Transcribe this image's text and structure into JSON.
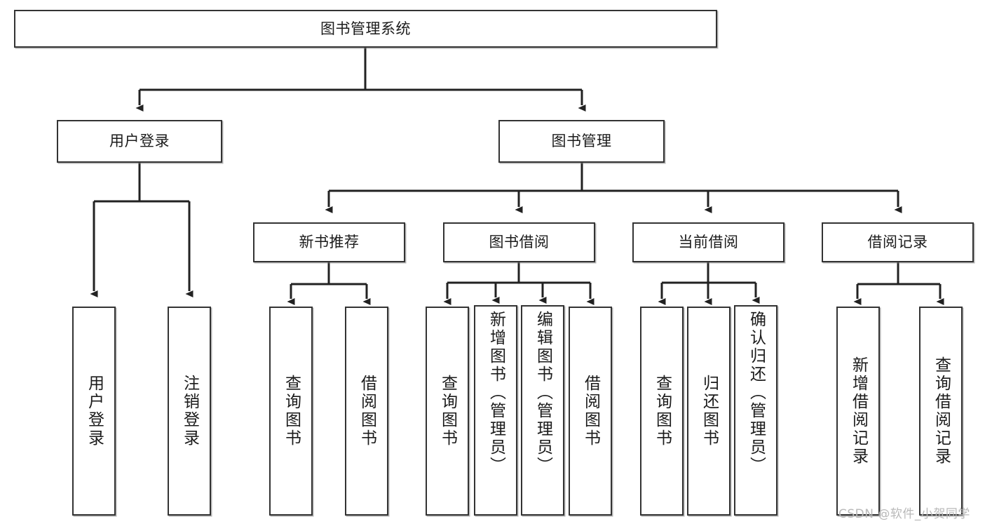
{
  "diagram": {
    "title": "图书管理系统",
    "type": "tree-hierarchy-diagram",
    "watermark": "CSDN @软件_小贺同学",
    "colors": {
      "box_border": "#333333",
      "box_fill": "#ffffff",
      "connector": "#222222",
      "text": "#1b1b1b",
      "watermark": "#b9b9b9",
      "background": "#ffffff"
    },
    "root": {
      "id": "root",
      "label": "图书管理系统",
      "orientation": "horizontal"
    },
    "level2": [
      {
        "id": "user-login",
        "label": "用户登录",
        "orientation": "horizontal"
      },
      {
        "id": "book-management",
        "label": "图书管理",
        "orientation": "horizontal"
      }
    ],
    "level3": [
      {
        "id": "new-book-recommend",
        "label": "新书推荐",
        "orientation": "horizontal",
        "parent": "book-management"
      },
      {
        "id": "book-borrow",
        "label": "图书借阅",
        "orientation": "horizontal",
        "parent": "book-management"
      },
      {
        "id": "current-borrow",
        "label": "当前借阅",
        "orientation": "horizontal",
        "parent": "book-management"
      },
      {
        "id": "borrow-record",
        "label": "借阅记录",
        "orientation": "horizontal",
        "parent": "book-management"
      }
    ],
    "leaves": [
      {
        "id": "leaf-user-login",
        "label": "用户登录",
        "orientation": "vertical",
        "parent": "user-login"
      },
      {
        "id": "leaf-user-logout",
        "label": "注销登录",
        "orientation": "vertical",
        "parent": "user-login"
      },
      {
        "id": "leaf-query-book-1",
        "label": "查询图书",
        "orientation": "vertical",
        "parent": "new-book-recommend"
      },
      {
        "id": "leaf-borrow-book-1",
        "label": "借阅图书",
        "orientation": "vertical",
        "parent": "new-book-recommend"
      },
      {
        "id": "leaf-query-book-2",
        "label": "查询图书",
        "orientation": "vertical",
        "parent": "book-borrow"
      },
      {
        "id": "leaf-add-book",
        "label": "新增图书（管理员）",
        "orientation": "vertical",
        "parent": "book-borrow"
      },
      {
        "id": "leaf-edit-book",
        "label": "编辑图书（管理员）",
        "orientation": "vertical",
        "parent": "book-borrow"
      },
      {
        "id": "leaf-borrow-book-2",
        "label": "借阅图书",
        "orientation": "vertical",
        "parent": "book-borrow"
      },
      {
        "id": "leaf-query-book-3",
        "label": "查询图书",
        "orientation": "vertical",
        "parent": "current-borrow"
      },
      {
        "id": "leaf-return-book",
        "label": "归还图书",
        "orientation": "vertical",
        "parent": "current-borrow"
      },
      {
        "id": "leaf-confirm-return",
        "label": "确认归还（管理员）",
        "orientation": "vertical",
        "parent": "current-borrow"
      },
      {
        "id": "leaf-add-record",
        "label": "新增借阅记录",
        "orientation": "vertical",
        "parent": "borrow-record"
      },
      {
        "id": "leaf-query-record",
        "label": "查询借阅记录",
        "orientation": "vertical",
        "parent": "borrow-record"
      }
    ]
  }
}
